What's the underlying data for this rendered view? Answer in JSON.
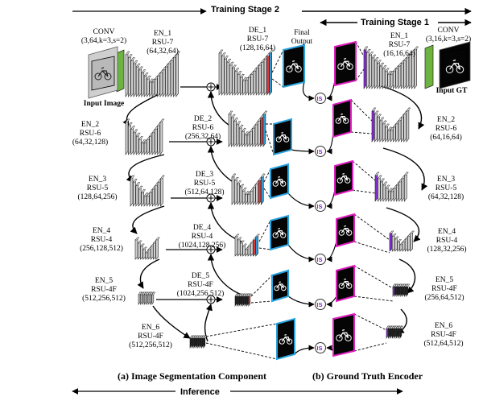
{
  "stages": {
    "training_stage_2": "Training Stage 2",
    "training_stage_1": "Training Stage 1",
    "inference": "Inference"
  },
  "input_image_label": "Input Image",
  "input_gt_label": "Input GT",
  "final_output_label": [
    "Final",
    "Output"
  ],
  "isg_symbol": "IS",
  "conv_left": [
    "CONV",
    "(3,64,k=3,s=2)"
  ],
  "conv_right": [
    "CONV",
    "(3,16,k=3,s=2)"
  ],
  "encoder_left": [
    [
      "EN_1",
      "RSU-7",
      "(64,32,64)"
    ],
    [
      "EN_2",
      "RSU-6",
      "(64,32,128)"
    ],
    [
      "EN_3",
      "RSU-5",
      "(128,64,256)"
    ],
    [
      "EN_4",
      "RSU-4",
      "(256,128,512)"
    ],
    [
      "EN_5",
      "RSU-4F",
      "(512,256,512)"
    ],
    [
      "EN_6",
      "RSU-4F",
      "(512,256,512)"
    ]
  ],
  "decoder": [
    [
      "DE_1",
      "RSU-7",
      "(128,16,64)"
    ],
    [
      "DE_2",
      "RSU-6",
      "(256,32,64)"
    ],
    [
      "DE_3",
      "RSU-5",
      "(512,64,128)"
    ],
    [
      "DE_4",
      "RSU-4",
      "(1024,128,256)"
    ],
    [
      "DE_5",
      "RSU-4F",
      "(1024,256,512)"
    ]
  ],
  "encoder_right": [
    [
      "EN_1",
      "RSU-7",
      "(16,16,64)"
    ],
    [
      "EN_2",
      "RSU-6",
      "(64,16,64)"
    ],
    [
      "EN_3",
      "RSU-5",
      "(64,32,128)"
    ],
    [
      "EN_4",
      "RSU-4",
      "(128,32,256)"
    ],
    [
      "EN_5",
      "RSU-4F",
      "(256,64,512)"
    ],
    [
      "EN_6",
      "RSU-4F",
      "(512,64,512)"
    ]
  ],
  "captions": {
    "left": "(a) Image Segmentation Component",
    "right": "(b) Ground Truth Encoder"
  },
  "colors": {
    "conv_block": "#6db33f",
    "decoder_side": "#2e9bd6",
    "encoder_side": "#8a2be2",
    "gt_frame": "#e020c0",
    "output_frame": "#29a3e0",
    "isg_red": "#e0201b",
    "isg_purple": "#7b2ccf"
  }
}
